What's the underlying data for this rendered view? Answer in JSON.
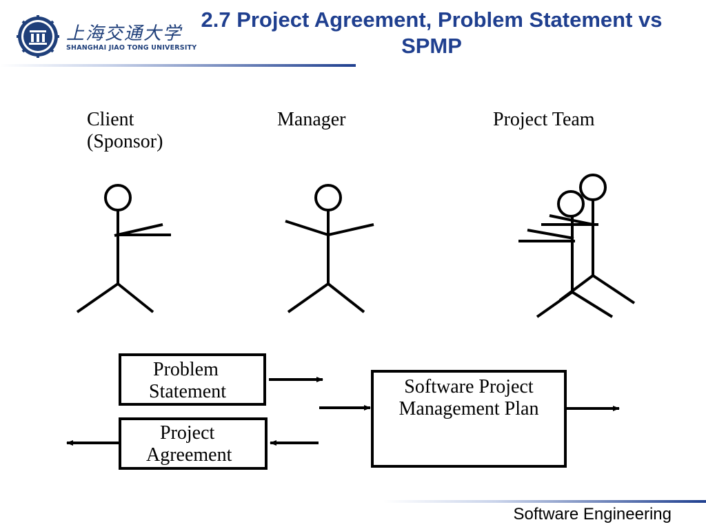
{
  "header": {
    "title_line1": "2.7 Project Agreement, Problem Statement vs",
    "title_line2": "SPMP"
  },
  "logo": {
    "name_cn": "上海交通大学",
    "name_en": "SHANGHAI JIAO TONG UNIVERSITY"
  },
  "actors": {
    "client_line1": "Client",
    "client_line2": "(Sponsor)",
    "manager": "Manager",
    "team": "Project Team"
  },
  "boxes": {
    "problem_line1": "Problem",
    "problem_line2": "Statement",
    "agreement_line1": "Project",
    "agreement_line2": "Agreement",
    "spmp_line1": "Software Project",
    "spmp_line2": "Management Plan"
  },
  "footer": {
    "course": "Software Engineering"
  },
  "colors": {
    "title_blue": "#1f3f8f",
    "logo_blue": "#1f3f7a"
  }
}
